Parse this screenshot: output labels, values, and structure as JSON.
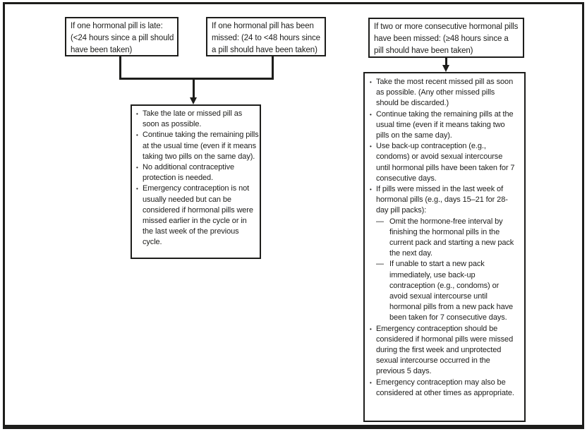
{
  "glyphs": {
    "bullet": "•",
    "dash": "—"
  },
  "colors": {
    "ink": "#1d1d1b",
    "background": "#ffffff"
  },
  "boxes": {
    "late": {
      "text": "If one hormonal pill is late: (<24 hours since a pill should have been taken)"
    },
    "missed_one": {
      "text": "If one hormonal pill has been missed: (24 to <48 hours since a pill should have been taken)"
    },
    "missed_two": {
      "text": "If two or more consecutive hormonal pills have been missed: (≥48 hours since a pill should have been taken)"
    },
    "late_actions": {
      "items": [
        {
          "type": "bullet",
          "text": "Take the late or missed pill as soon as possible."
        },
        {
          "type": "bullet",
          "text": "Continue taking the remaining pills at the usual time (even if it means taking two pills on the same day)."
        },
        {
          "type": "bullet",
          "text": "No additional contraceptive protection is needed."
        },
        {
          "type": "bullet",
          "text": "Emergency contraception is not usually needed but can be considered if hormonal pills were missed earlier in the cycle or in the last week of the previous cycle."
        }
      ]
    },
    "missed_actions": {
      "items": [
        {
          "type": "bullet",
          "text": "Take the most recent missed pill as soon as possible. (Any other missed pills should be discarded.)"
        },
        {
          "type": "bullet",
          "text": "Continue taking the remaining pills at the usual time (even if it means taking two pills on the same day)."
        },
        {
          "type": "bullet",
          "text": "Use back-up contraception (e.g., condoms) or avoid sexual intercourse until hormonal pills have been taken for 7 consecutive days."
        },
        {
          "type": "bullet",
          "text": "If pills were missed in the last week of hormonal pills (e.g., days 15–21 for 28-day pill packs):"
        },
        {
          "type": "dash",
          "text": "Omit the hormone-free interval by finishing the hormonal pills in the current pack and starting a new pack the next day."
        },
        {
          "type": "dash",
          "text": "If unable to start a new pack immediately, use back-up contraception (e.g., condoms) or avoid sexual intercourse until hormonal pills from a new pack have been taken for 7 consecutive days."
        },
        {
          "type": "bullet",
          "text": "Emergency contraception should be considered if hormonal pills were missed during the first week and unprotected sexual intercourse occurred in the previous 5 days."
        },
        {
          "type": "bullet",
          "text": "Emergency contraception may also be considered at other times as appropriate."
        }
      ]
    }
  }
}
